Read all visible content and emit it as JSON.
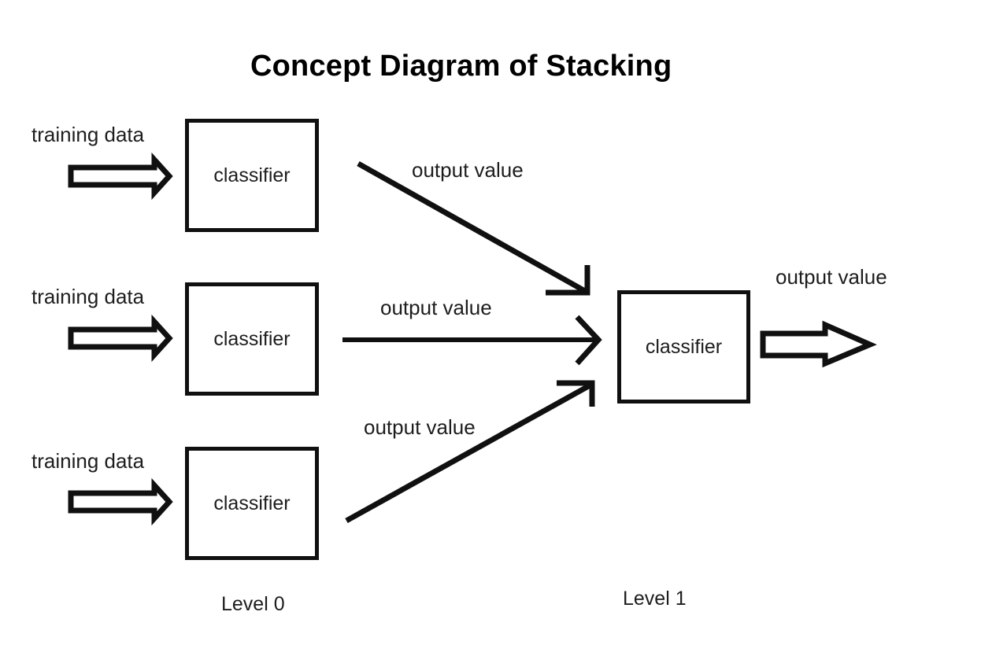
{
  "title": "Concept Diagram of Stacking",
  "colors": {
    "stroke": "#101010",
    "text": "#1d1d1d",
    "background": "#ffffff"
  },
  "level0": {
    "level_label": "Level 0",
    "rows": [
      {
        "input_label": "training data",
        "box_label": "classifier",
        "output_label": "output value"
      },
      {
        "input_label": "training data",
        "box_label": "classifier",
        "output_label": "output value"
      },
      {
        "input_label": "training data",
        "box_label": "classifier",
        "output_label": "output value"
      }
    ]
  },
  "level1": {
    "level_label": "Level 1",
    "box_label": "classifier",
    "output_label": "output value"
  },
  "icons": {
    "block_arrow": "block-arrow-right",
    "line_arrow": "line-arrow"
  }
}
